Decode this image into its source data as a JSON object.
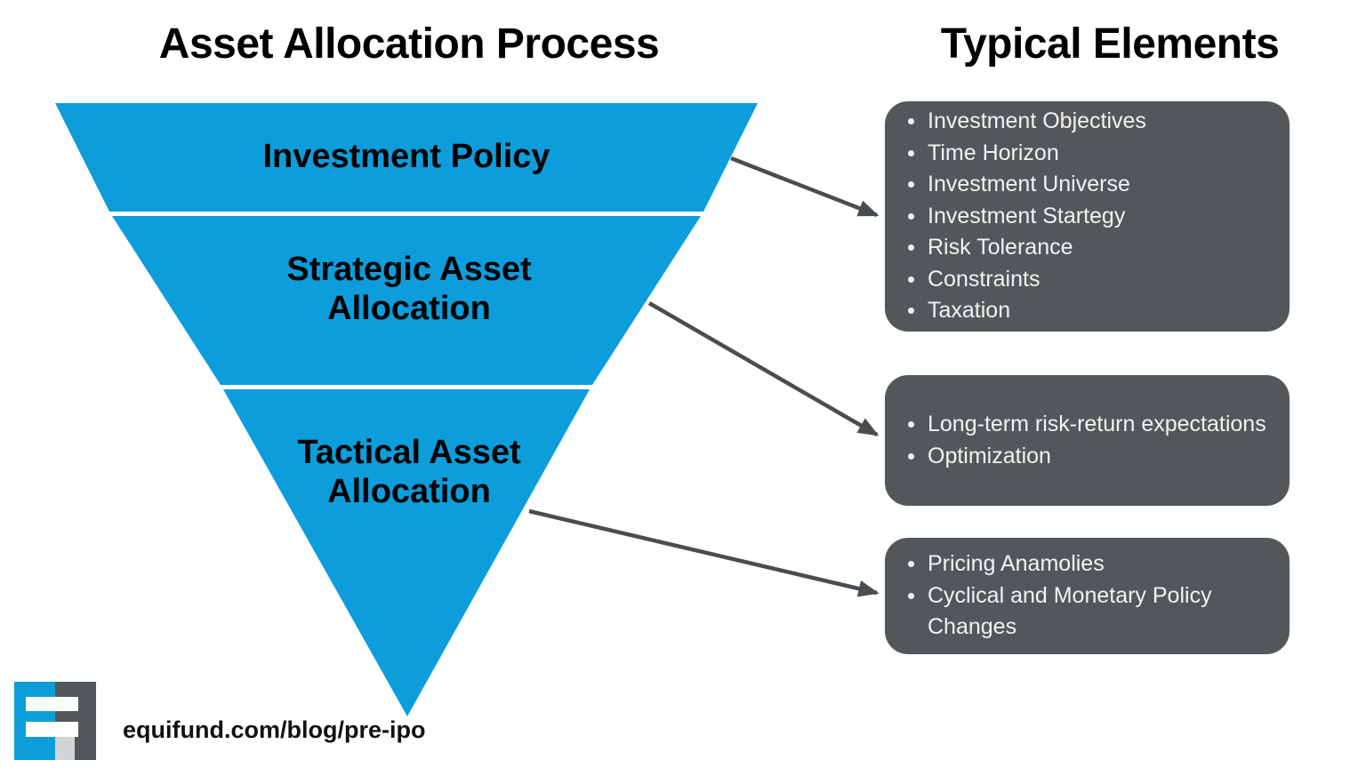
{
  "headings": {
    "left": "Asset Allocation Process",
    "right": "Typical Elements"
  },
  "funnel": {
    "stages": [
      {
        "label": "Investment Policy"
      },
      {
        "label": "Strategic Asset\nAllocation"
      },
      {
        "label": "Tactical Asset\nAllocation"
      }
    ]
  },
  "cards": [
    {
      "items": [
        "Investment Objectives",
        "Time Horizon",
        "Investment Universe",
        "Investment Startegy",
        "Risk Tolerance",
        "Constraints",
        "Taxation"
      ]
    },
    {
      "items": [
        "Long-term risk-return expectations",
        "Optimization"
      ]
    },
    {
      "items": [
        "Pricing Anamolies",
        "Cyclical and Monetary Policy Changes"
      ]
    }
  ],
  "footer": {
    "url": "equifund.com/blog/pre-ipo"
  },
  "colors": {
    "funnel_blue": "#0D9DDB",
    "card_gray": "#545759",
    "arrow_gray": "#4a4d50",
    "text_dark": "#000000",
    "card_text": "#f2f2f2",
    "background": "#ffffff",
    "logo_blue": "#0D9DDB",
    "logo_dark": "#545759",
    "logo_light": "#d2d4d6"
  }
}
